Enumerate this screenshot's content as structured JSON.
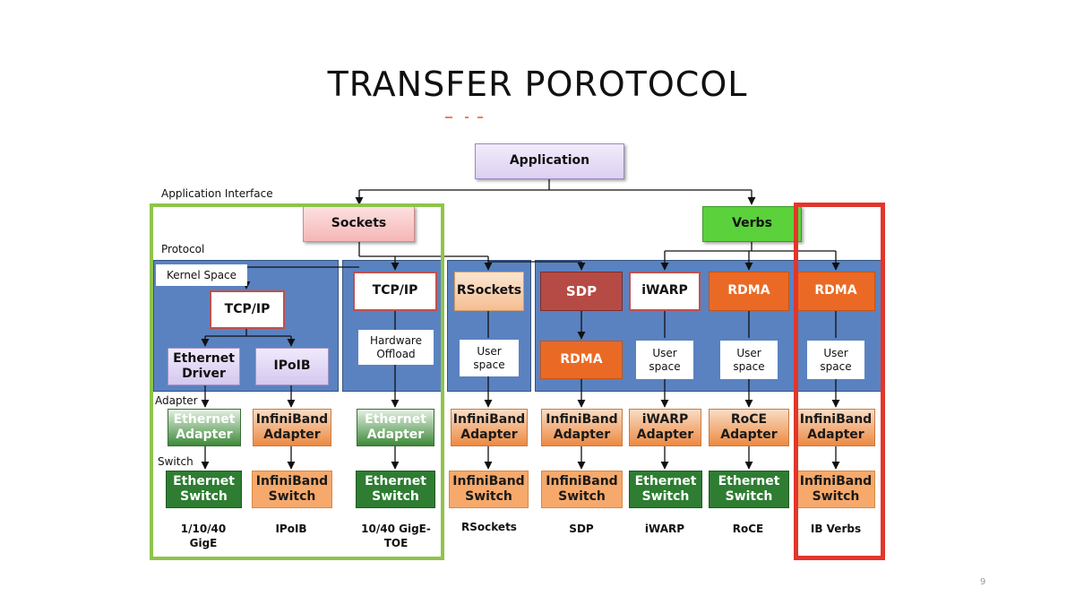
{
  "slide": {
    "title": "TRANSFER POROTOCOL",
    "page_number": "9"
  },
  "labels": {
    "application_interface": "Application Interface",
    "protocol": "Protocol",
    "kernel_space": "Kernel Space",
    "adapter": "Adapter",
    "switch": "Switch"
  },
  "nodes": {
    "application": "Application",
    "sockets": "Sockets",
    "verbs": "Verbs",
    "tcpip_kernel": "TCP/IP",
    "ethernet_driver": "Ethernet Driver",
    "ipoib": "IPoIB",
    "tcpip_toe": "TCP/IP",
    "hardware_offload": "Hardware Offload",
    "rsockets": "RSockets",
    "user_space_rsockets": "User space",
    "sdp": "SDP",
    "rdma_sdp": "RDMA",
    "iwarp": "iWARP",
    "user_space_iwarp": "User space",
    "rdma_roce": "RDMA",
    "user_space_roce": "User space",
    "rdma_ib": "RDMA",
    "user_space_ib": "User space"
  },
  "adapters": [
    "Ethernet Adapter",
    "InfiniBand Adapter",
    "Ethernet Adapter",
    "InfiniBand Adapter",
    "InfiniBand Adapter",
    "iWARP Adapter",
    "RoCE Adapter",
    "InfiniBand Adapter"
  ],
  "switches": [
    "Ethernet Switch",
    "InfiniBand Switch",
    "Ethernet Switch",
    "InfiniBand Switch",
    "InfiniBand Switch",
    "Ethernet Switch",
    "Ethernet Switch",
    "InfiniBand Switch"
  ],
  "captions": [
    "1/10/40 GigE",
    "IPoIB",
    "10/40 GigE-TOE",
    "RSockets",
    "SDP",
    "iWARP",
    "RoCE",
    "IB Verbs"
  ],
  "colors": {
    "group_fill": "#5a82c0",
    "highlight_green": "#8ec44b",
    "highlight_red": "#e2362b",
    "verbs_green": "#5bd13c",
    "rdma_orange": "#ea6a25",
    "sdp_red": "#b64b45"
  }
}
